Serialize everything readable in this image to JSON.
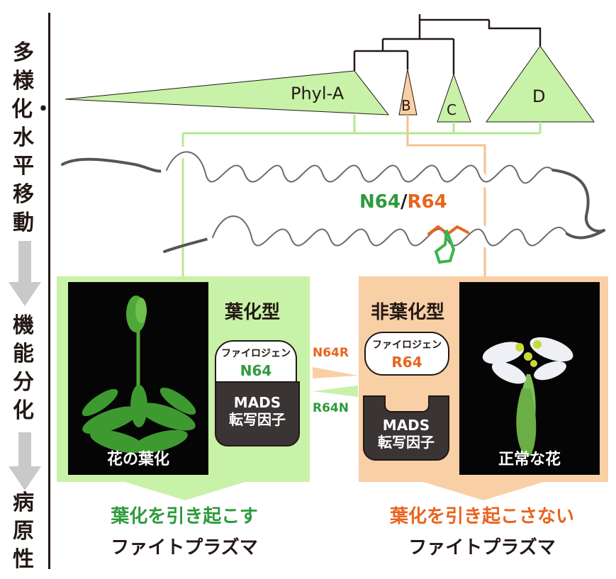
{
  "side_labels": {
    "diversification": "多様化・水平移動",
    "functional_divergence": "機能分化",
    "pathogenicity": "病原性"
  },
  "phylogeny": {
    "clades": [
      "Phyl-A",
      "B",
      "C",
      "D"
    ]
  },
  "residue_label": {
    "n": "N64",
    "sep": "/",
    "r": "R64"
  },
  "left_panel": {
    "title": "葉化型",
    "photo_caption": "花の葉化",
    "phyllogen": "ファイロジェン",
    "residue": "N64",
    "mads_line1": "MADS",
    "mads_line2": "転写因子"
  },
  "right_panel": {
    "title": "非葉化型",
    "photo_caption": "正常な花",
    "phyllogen": "ファイロジェン",
    "residue": "R64",
    "mads_line1": "MADS",
    "mads_line2": "転写因子"
  },
  "mutations": {
    "forward": "N64R",
    "reverse": "R64N"
  },
  "bottom": {
    "left_line1": "葉化を引き起こす",
    "left_line2": "ファイトプラズマ",
    "right_line1": "葉化を引き起こさない",
    "right_line2": "ファイトプラズマ"
  },
  "colors": {
    "green_fill": "#c8f2a8",
    "green_line": "#b5e88f",
    "green_text": "#2e9a3c",
    "orange_fill": "#f9cfa6",
    "orange_line": "#f6c08e",
    "orange_text": "#e8641e",
    "gray_arrow": "#c9c9c9"
  }
}
